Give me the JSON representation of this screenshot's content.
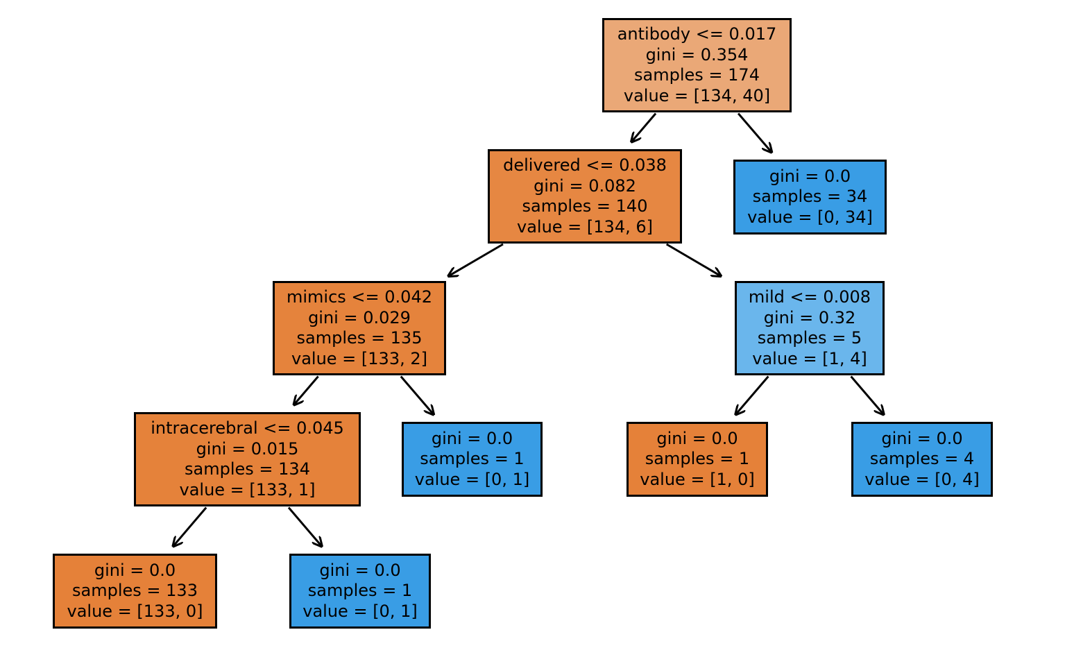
{
  "colors": {
    "orange": "#e58139",
    "blue": "#399de5"
  },
  "nodes": [
    {
      "lines": [
        "antibody <= 0.017",
        "gini = 0.354",
        "samples = 174",
        "value = [134, 40]"
      ],
      "fill": "#eaa877"
    },
    {
      "lines": [
        "delivered <= 0.038",
        "gini = 0.082",
        "samples = 140",
        "value = [134, 6]"
      ],
      "fill": "#e68742"
    },
    {
      "lines": [
        "mimics <= 0.042",
        "gini = 0.029",
        "samples = 135",
        "value = [133, 2]"
      ],
      "fill": "#e5833c"
    },
    {
      "lines": [
        "intracerebral <= 0.045",
        "gini = 0.015",
        "samples = 134",
        "value = [133, 1]"
      ],
      "fill": "#e5823a"
    },
    {
      "lines": [
        "gini = 0.0",
        "samples = 133",
        "value = [133, 0]"
      ],
      "fill": "#e58139"
    },
    {
      "lines": [
        "gini = 0.0",
        "samples = 1",
        "value = [0, 1]"
      ],
      "fill": "#399de5"
    },
    {
      "lines": [
        "gini = 0.0",
        "samples = 1",
        "value = [0, 1]"
      ],
      "fill": "#399de5"
    },
    {
      "lines": [
        "mild <= 0.008",
        "gini = 0.32",
        "samples = 5",
        "value = [1, 4]"
      ],
      "fill": "#6ab6ec"
    },
    {
      "lines": [
        "gini = 0.0",
        "samples = 1",
        "value = [1, 0]"
      ],
      "fill": "#e58139"
    },
    {
      "lines": [
        "gini = 0.0",
        "samples = 4",
        "value = [0, 4]"
      ],
      "fill": "#399de5"
    },
    {
      "lines": [
        "gini = 0.0",
        "samples = 34",
        "value = [0, 34]"
      ],
      "fill": "#399de5"
    }
  ],
  "edges": [
    {
      "from": 0,
      "to": 1
    },
    {
      "from": 0,
      "to": 10
    },
    {
      "from": 1,
      "to": 2
    },
    {
      "from": 1,
      "to": 7
    },
    {
      "from": 2,
      "to": 3
    },
    {
      "from": 2,
      "to": 6
    },
    {
      "from": 3,
      "to": 4
    },
    {
      "from": 3,
      "to": 5
    },
    {
      "from": 7,
      "to": 8
    },
    {
      "from": 7,
      "to": 9
    }
  ]
}
